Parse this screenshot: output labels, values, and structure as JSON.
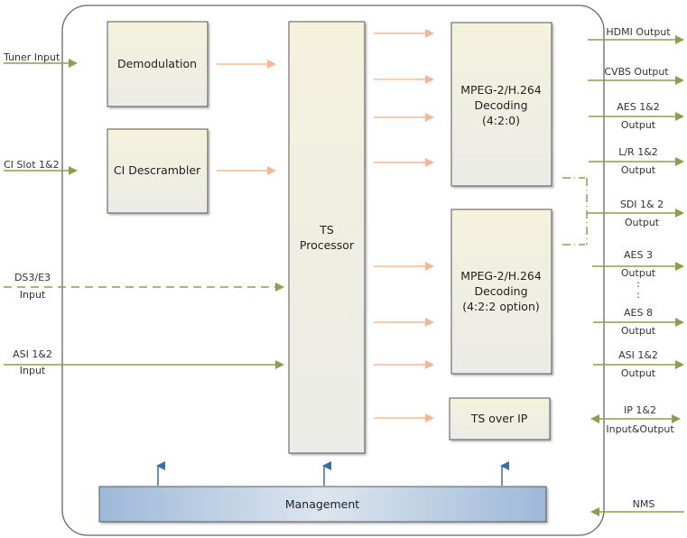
{
  "colors": {
    "green_arrow": "#8aa04f",
    "orange_arrow": "#f2b896",
    "blue_arrow": "#3a6ea5",
    "block_fill_top": "#f3f1dc",
    "block_fill_bottom": "#ececea",
    "block_border": "#555555",
    "management_fill": "#a7c0dc",
    "frame_border": "#666666"
  },
  "blocks": {
    "demodulation": "Demodulation",
    "ci_descrambler": "CI Descrambler",
    "ts_processor": [
      "TS",
      "Processor"
    ],
    "decoder1": [
      "MPEG-2/H.264",
      "Decoding",
      "(4:2:0)"
    ],
    "decoder2": [
      "MPEG-2/H.264",
      "Decoding",
      "(4:2:2 option)"
    ],
    "ts_over_ip": "TS over IP",
    "management": "Management"
  },
  "inputs": {
    "tuner": "Tuner Input",
    "ci_slot": "CI Slot 1&2",
    "ds3_line1": "DS3/E3",
    "ds3_line2": "Input",
    "asi_line1": "ASI 1&2",
    "asi_line2": "Input"
  },
  "outputs": {
    "hdmi": "HDMI Output",
    "cvbs": "CVBS Output",
    "aes12_line1": "AES 1&2",
    "aes12_line2": "Output",
    "lr_line1": "L/R 1&2",
    "lr_line2": "Output",
    "sdi_line1": "SDI 1& 2",
    "sdi_line2": "Output",
    "aes3_line1": "AES 3",
    "aes3_line2": "Output",
    "ellipsis": ":",
    "aes8_line1": "AES 8",
    "aes8_line2": "Output",
    "asi_line1": "ASI 1&2",
    "asi_line2": "Output",
    "ip_line1": "IP 1&2",
    "ip_line2": "Input&Output",
    "nms": "NMS"
  }
}
